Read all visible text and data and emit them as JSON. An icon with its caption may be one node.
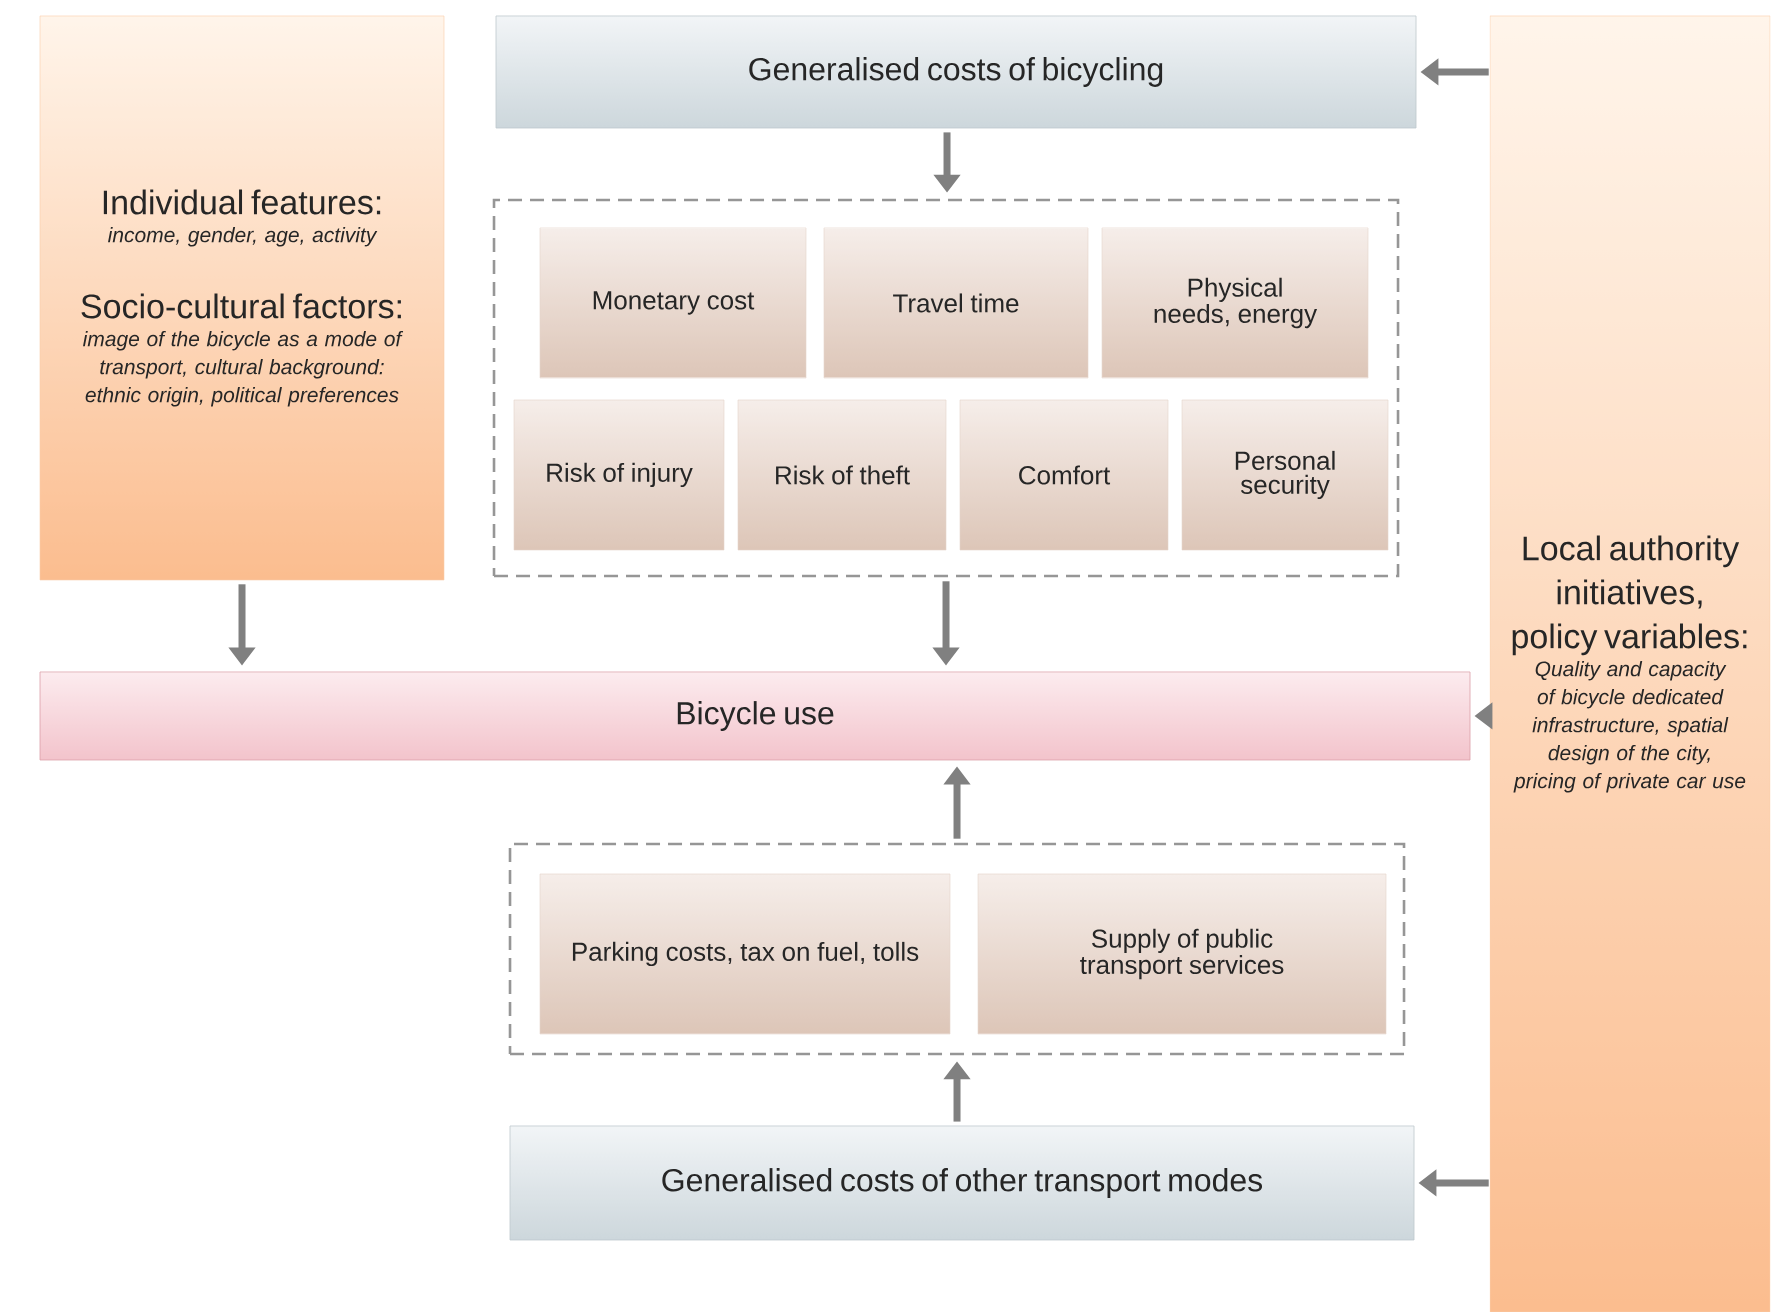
{
  "diagram": {
    "nodes": [
      {
        "text": [
          "Individual features:",
          "income, gender, age, activity",
          "Socio-cultural factors:",
          "image of the bicycle as a mode of transport, cultural background: ethnic origin, political preferences"
        ]
      },
      {
        "text": [
          "Generalised costs of bicycling"
        ]
      },
      {
        "text": [],
        "shape": "box"
      },
      {
        "text": [
          "Monetary cost"
        ],
        "in": 2
      },
      {
        "text": [
          "Travel time"
        ],
        "in": 2
      },
      {
        "text": [
          "Physical needs, energy"
        ],
        "in": 2
      },
      {
        "text": [
          "Risk of injury"
        ],
        "in": 2
      },
      {
        "text": [
          "Risk of theft"
        ],
        "in": 2
      },
      {
        "text": [
          "Comfort"
        ],
        "in": 2
      },
      {
        "text": [
          "Personal security"
        ],
        "in": 2
      },
      {
        "text": [
          "Bicycle use"
        ]
      },
      {
        "text": [],
        "shape": "box"
      },
      {
        "text": [
          "Parking costs, tax on fuel, tolls"
        ],
        "in": 11
      },
      {
        "text": [
          "Supply of public transport services"
        ],
        "in": 11
      },
      {
        "text": [
          "Generalised costs of other transport modes"
        ]
      },
      {
        "text": [
          "Local authority initiatives, policy variables:",
          "Quality and capacity of bicycle dedicated infrastructure, spatial design of the city, pricing of private car use"
        ]
      }
    ],
    "edges": [
      {
        "from": 15,
        "to": 1,
        "arrow": "to"
      },
      {
        "from": 1,
        "to": 2,
        "arrow": "to"
      },
      {
        "from": 0,
        "to": 10,
        "arrow": "to"
      },
      {
        "from": 2,
        "to": 10,
        "arrow": "to"
      },
      {
        "from": 15,
        "to": 10,
        "arrow": "to"
      },
      {
        "from": 11,
        "to": 10,
        "arrow": "to"
      },
      {
        "from": 14,
        "to": 11,
        "arrow": "to"
      },
      {
        "from": 15,
        "to": 14,
        "arrow": "to"
      }
    ]
  }
}
